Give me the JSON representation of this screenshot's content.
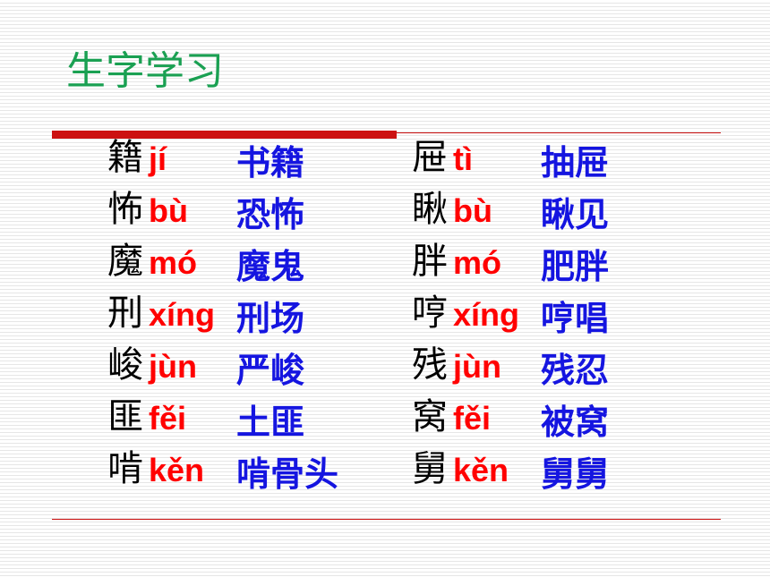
{
  "slide": {
    "title": "生字学习"
  },
  "left_column": [
    {
      "char": "籍",
      "pinyin": "jí",
      "word": "书籍"
    },
    {
      "char": "怖",
      "pinyin": "bù",
      "word": "恐怖"
    },
    {
      "char": "魔",
      "pinyin": "mó",
      "word": "魔鬼"
    },
    {
      "char": "刑",
      "pinyin": "xíng",
      "word": "刑场"
    },
    {
      "char": "峻",
      "pinyin": "jùn",
      "word": "严峻"
    },
    {
      "char": "匪",
      "pinyin": "fěi",
      "word": "土匪"
    },
    {
      "char": "啃",
      "pinyin": "kěn",
      "word": "啃骨头"
    }
  ],
  "right_column": [
    {
      "char": "屉",
      "pinyin": "tì",
      "word": "抽屉"
    },
    {
      "char": "瞅",
      "pinyin": "bù",
      "word": "瞅见"
    },
    {
      "char": "胖",
      "pinyin": "mó",
      "word": "肥胖"
    },
    {
      "char": "哼",
      "pinyin": "xíng",
      "word": "哼唱"
    },
    {
      "char": "残",
      "pinyin": "jùn",
      "word": "残忍"
    },
    {
      "char": "窝",
      "pinyin": "fěi",
      "word": "被窝"
    },
    {
      "char": "舅",
      "pinyin": "kěn",
      "word": "舅舅"
    }
  ],
  "colors": {
    "title": "#1aa052",
    "char": "#000000",
    "pinyin": "#ff0000",
    "word": "#1515e0",
    "rule": "#cc1111"
  }
}
